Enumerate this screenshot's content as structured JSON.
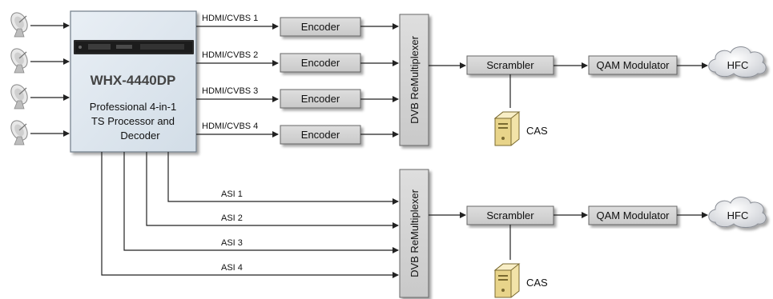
{
  "processor": {
    "model": "WHX-4440DP",
    "description_lines": [
      "Professional 4-in-1",
      "TS Processor and",
      "Decoder"
    ]
  },
  "hdmi_outputs": [
    "HDMI/CVBS 1",
    "HDMI/CVBS 2",
    "HDMI/CVBS 3",
    "HDMI/CVBS 4"
  ],
  "encoders": [
    "Encoder",
    "Encoder",
    "Encoder",
    "Encoder"
  ],
  "asi_outputs": [
    "ASI 1",
    "ASI 2",
    "ASI 3",
    "ASI 4"
  ],
  "remux_label": "DVB ReMultiplexer",
  "scrambler_label": "Scrambler",
  "qam_label": "QAM Modulator",
  "cas_label": "CAS",
  "hfc_label": "HFC",
  "colors": {
    "box_fill": "#d4d4d4",
    "processor_fill": "#dde6ee",
    "line": "#222222"
  }
}
